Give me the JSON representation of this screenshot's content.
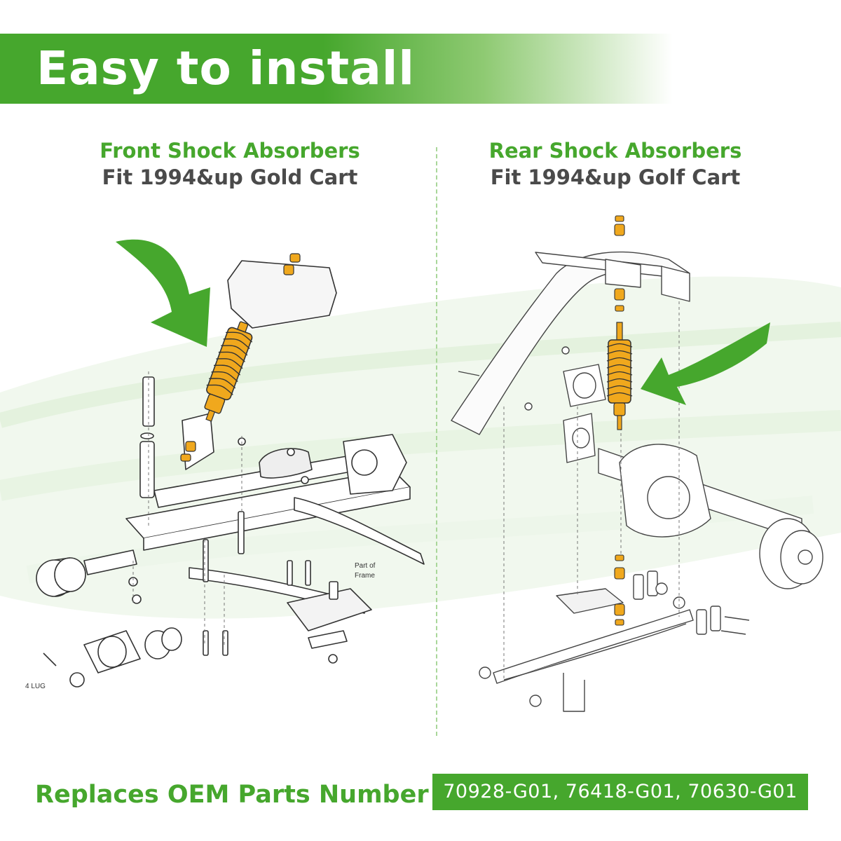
{
  "banner": {
    "title": "Easy to install"
  },
  "front": {
    "title": "Front Shock Absorbers",
    "subtitle": "Fit 1994&up Gold Cart",
    "label_part_of_frame_line1": "Part of",
    "label_part_of_frame_line2": "Frame",
    "label_lug": "4 LUG"
  },
  "rear": {
    "title": "Rear Shock Absorbers",
    "subtitle": "Fit 1994&up Golf Cart"
  },
  "footer": {
    "label": "Replaces OEM Parts Number",
    "parts": "70928-G01, 76418-G01, 70630-G01"
  },
  "colors": {
    "brand_green": "#46a72d",
    "shock_orange": "#f0a81d",
    "text_grey": "#4a4a4a"
  },
  "icons": [
    "arrow-icon",
    "shock-absorber-icon"
  ]
}
